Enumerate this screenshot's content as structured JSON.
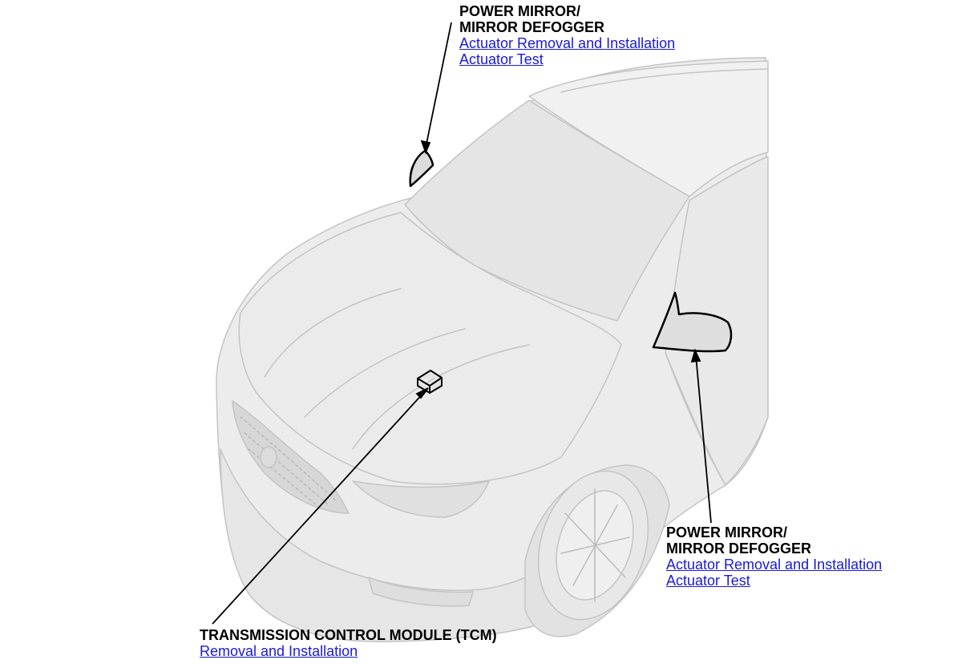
{
  "callouts": {
    "mirror_top": {
      "title_line1": "POWER MIRROR/",
      "title_line2": "MIRROR DEFOGGER",
      "link1": "Actuator Removal and Installation",
      "link2": "Actuator Test"
    },
    "mirror_right": {
      "title_line1": "POWER MIRROR/",
      "title_line2": "MIRROR DEFOGGER",
      "link1": "Actuator Removal and Installation",
      "link2": "Actuator Test"
    },
    "tcm": {
      "title": "TRANSMISSION CONTROL MODULE (TCM)",
      "link1": "Removal and Installation"
    }
  },
  "colors": {
    "link": "#1a1ad8",
    "body_fill": "#ececec",
    "outline": "#c4c4c4"
  }
}
